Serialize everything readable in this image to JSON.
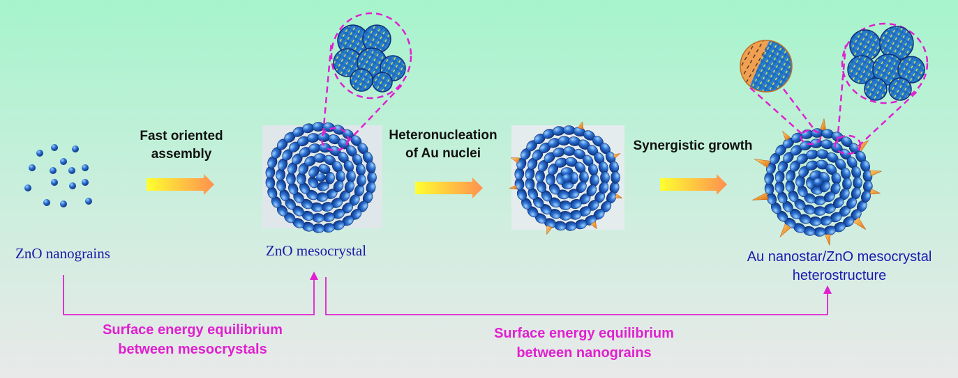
{
  "labels": {
    "zno_nanograins": "ZnO  nanograins",
    "zno_mesocrystal": "ZnO  mesocrystal",
    "heterostructure_line1": "Au nanostar/ZnO mesocrystal",
    "heterostructure_line2": "heterostructure"
  },
  "steps": {
    "step1_line1": "Fast oriented",
    "step1_line2": "assembly",
    "step2_line1": "Heteronucleation",
    "step2_line2": "of Au nuclei",
    "step3": "Synergistic growth"
  },
  "equilibria": {
    "mesocrystals_line1": "Surface energy equilibrium",
    "mesocrystals_line2": "between mesocrystals",
    "nanograins_line1": "Surface energy equilibrium",
    "nanograins_line2": "between nanograins"
  },
  "colors": {
    "background_top": "#a6f4cc",
    "background_bottom": "#e9e9e9",
    "zno_blue": "#2a6fd0",
    "au_orange": "#f39a2a",
    "magenta": "#e020d0",
    "arrow_start": "#ffff30",
    "arrow_end": "#ff9050"
  }
}
